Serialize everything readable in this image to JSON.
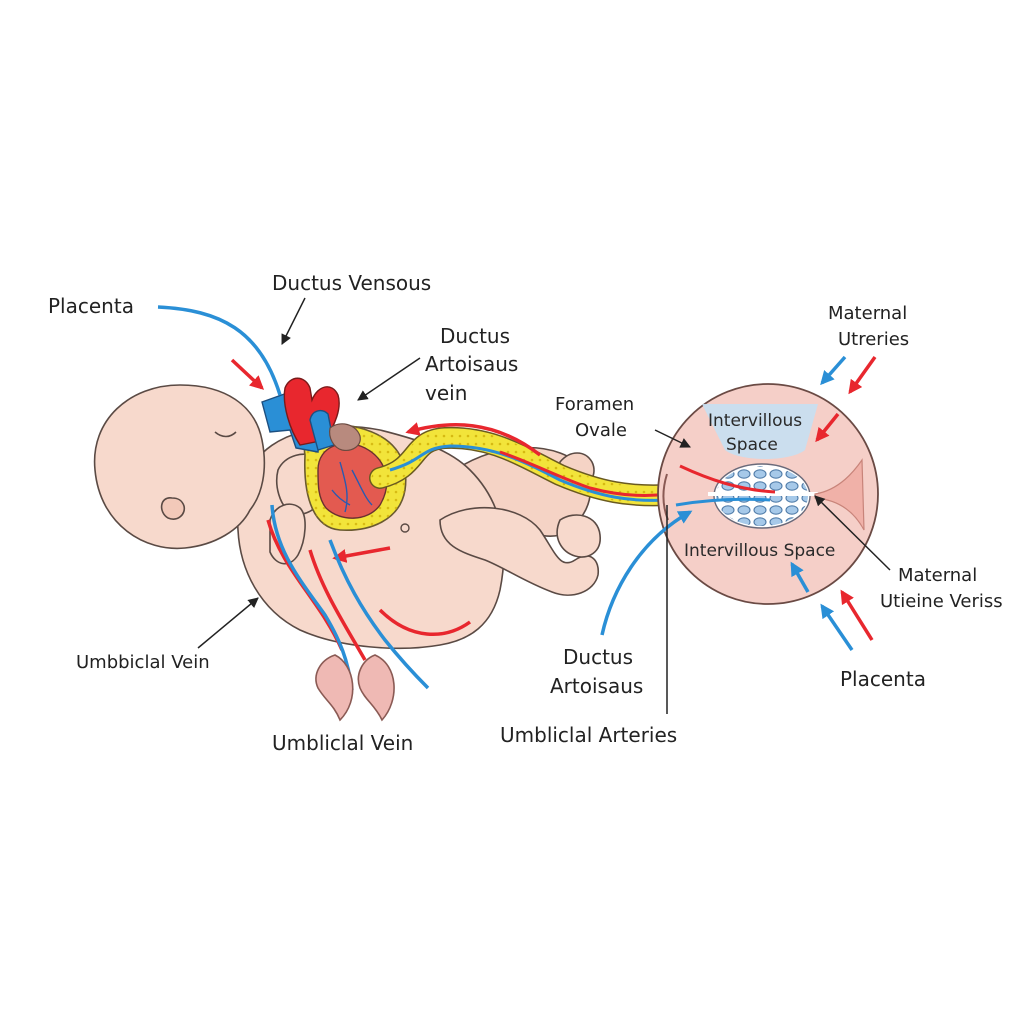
{
  "labels": {
    "placenta_left": "Placenta",
    "ductus_venosus": "Ductus Vensous",
    "ductus_arteriosus_top_1": "Ductus",
    "ductus_arteriosus_top_2": "Artoisaus",
    "ductus_arteriosus_top_3": "vein",
    "foramen_ovale_1": "Foramen",
    "foramen_ovale_2": "Ovale",
    "maternal_arteries_1": "Maternal",
    "maternal_arteries_2": "Utreries",
    "intervillous_space_top_1": "Intervillous",
    "intervillous_space_top_2": "Space",
    "intervillous_space_bottom": "Intervillous Space",
    "maternal_veins_1": "Maternal",
    "maternal_veins_2": "Utieine Veriss",
    "placenta_right": "Placenta",
    "umbilical_vein_left": "Umbbiclal Vein",
    "umbilical_vein_bottom": "Umbliclal Vein",
    "ductus_arteriosus_bottom_1": "Ductus",
    "ductus_arteriosus_bottom_2": "Artoisaus",
    "umbilical_arteries": "Umbliclal Arteries"
  },
  "colors": {
    "oxygenated": "#e8272e",
    "deoxygenated": "#2a8fd6",
    "cord": "#f2e43a",
    "skin": "#f7d9cc",
    "placenta_disc": "#f5cfc8"
  }
}
